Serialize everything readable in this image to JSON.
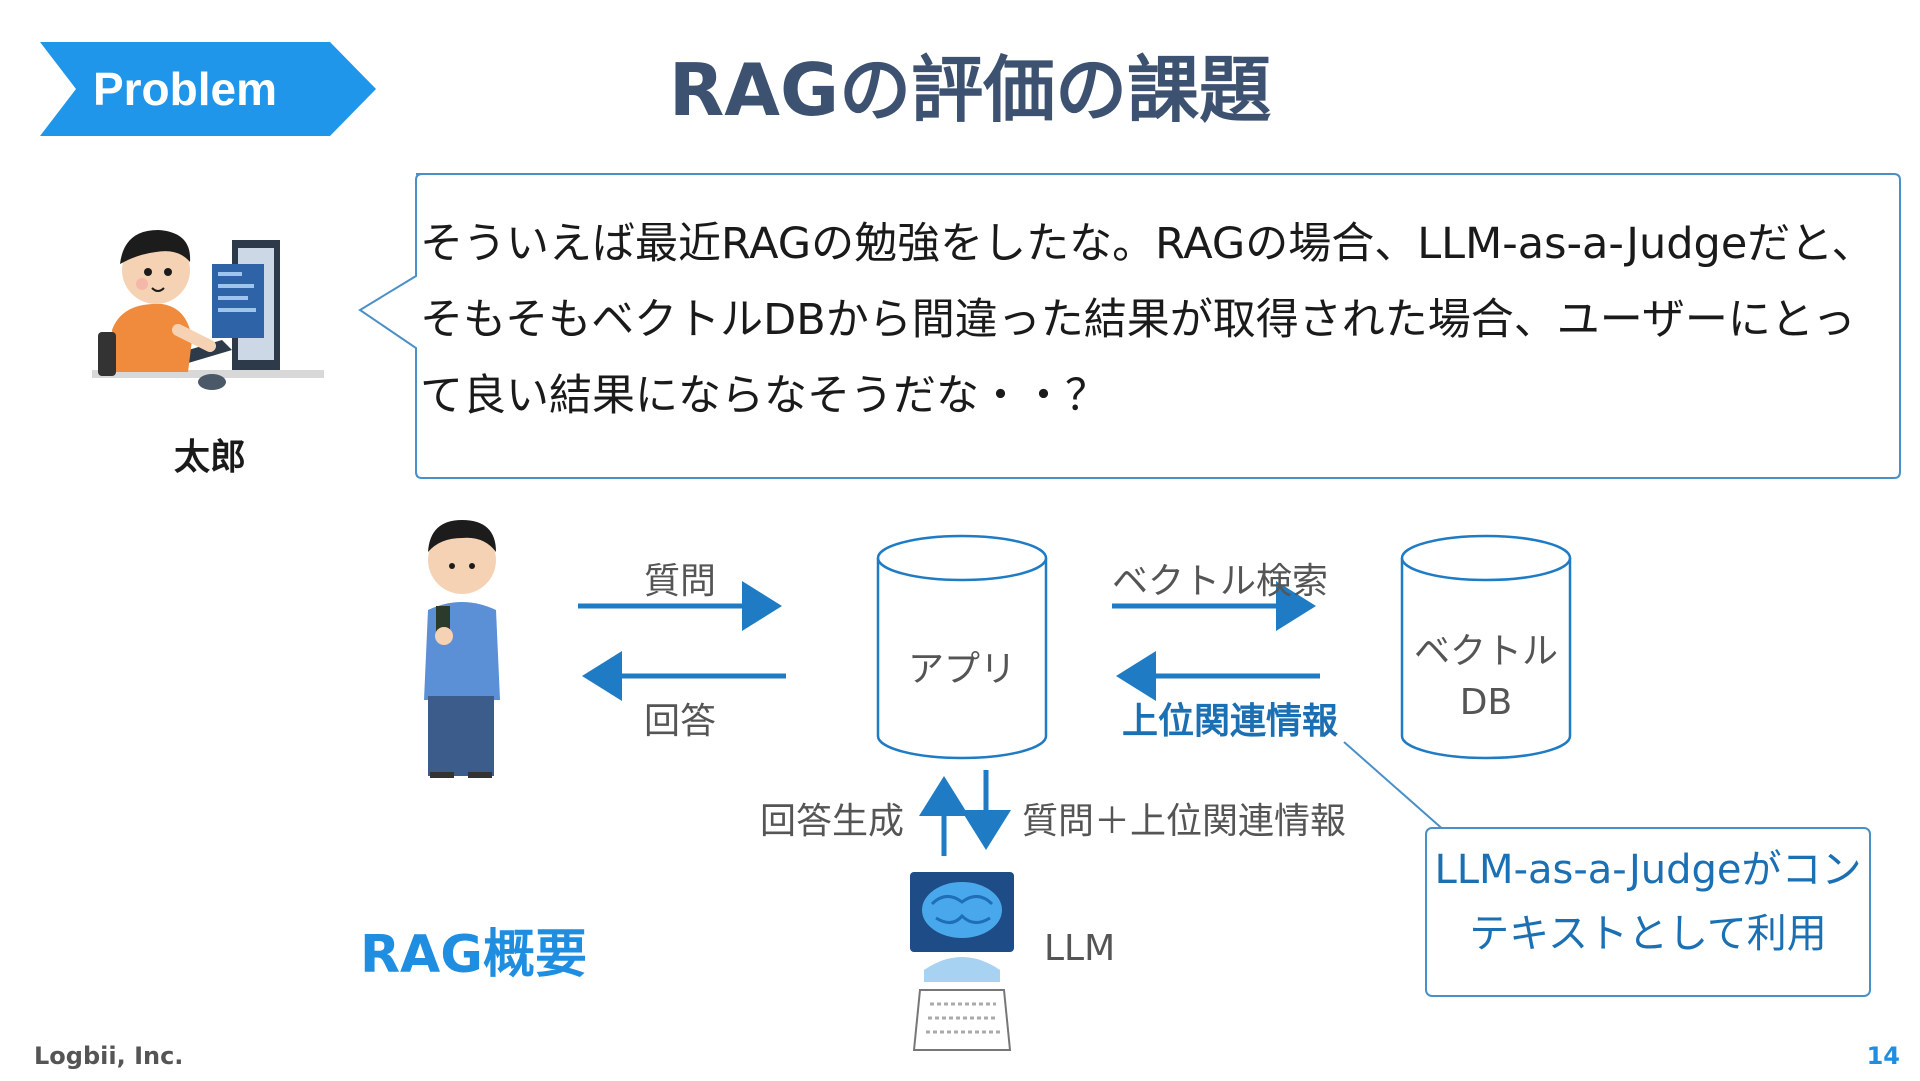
{
  "slide": {
    "badge": "Problem",
    "title": "RAGの評価の課題",
    "footer_company": "Logbii, Inc.",
    "page_number": "14"
  },
  "speaker": {
    "name": "太郎",
    "speech": "そういえば最近RAGの勉強をしたな。RAGの場合、LLM-as-a-Judgeだと、そもそもベクトルDBから間違った結果が取得された場合、ユーザーにとって良い結果にならなそうだな・・？"
  },
  "diagram": {
    "app_label": "アプリ",
    "vectordb_label_line1": "ベクトル",
    "vectordb_label_line2": "DB",
    "llm_label": "LLM",
    "question": "質問",
    "answer": "回答",
    "vector_search": "ベクトル検索",
    "top_related": "上位関連情報",
    "answer_generation": "回答生成",
    "question_plus_info": "質問＋上位関連情報",
    "summary_title": "RAG概要",
    "note": "LLM-as-a-Judgeがコンテキストとして利用"
  },
  "colors": {
    "accent_blue": "#1f8ee0",
    "title_navy": "#3d5170",
    "arrow_blue": "#1f7bc4"
  }
}
